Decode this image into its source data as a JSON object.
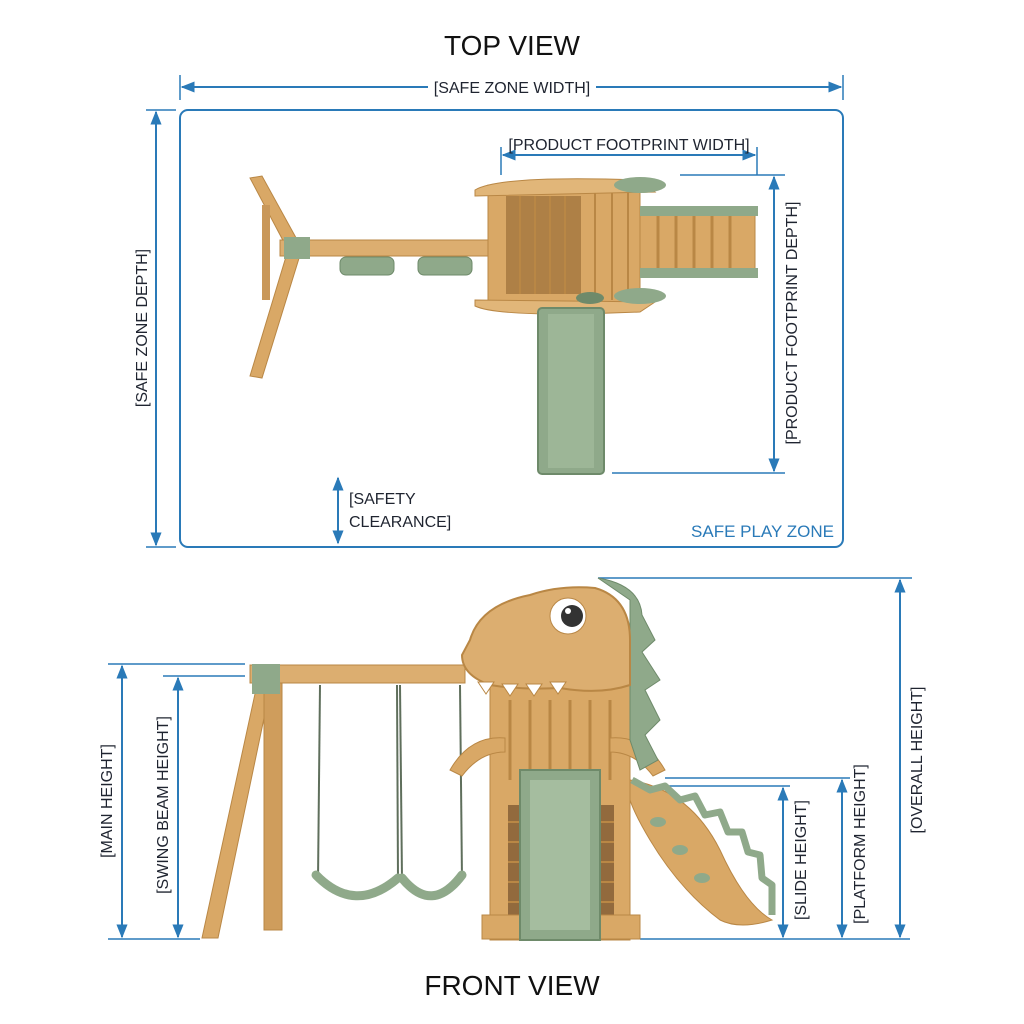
{
  "top_view": {
    "title": "TOP VIEW",
    "safe_zone_width": "[SAFE ZONE WIDTH]",
    "safe_zone_depth": "[SAFE ZONE DEPTH]",
    "product_footprint_width": "[PRODUCT FOOTPRINT WIDTH]",
    "product_footprint_depth": "[PRODUCT FOOTPRINT DEPTH]",
    "safety_clearance_line1": "[SAFETY",
    "safety_clearance_line2": "CLEARANCE]",
    "safe_play_zone": "SAFE PLAY ZONE"
  },
  "front_view": {
    "title": "FRONT VIEW",
    "main_height": "[MAIN HEIGHT]",
    "swing_beam_height": "[SWING BEAM HEIGHT]",
    "slide_height": "[SLIDE HEIGHT]",
    "platform_height": "[PLATFORM HEIGHT]",
    "overall_height": "[OVERALL HEIGHT]"
  },
  "colors": {
    "dimension_line": "#2a7ab8",
    "wood": "#d9a866",
    "wood_dark": "#b98745",
    "slide_green": "#8fa98a",
    "text": "#1f2430"
  }
}
